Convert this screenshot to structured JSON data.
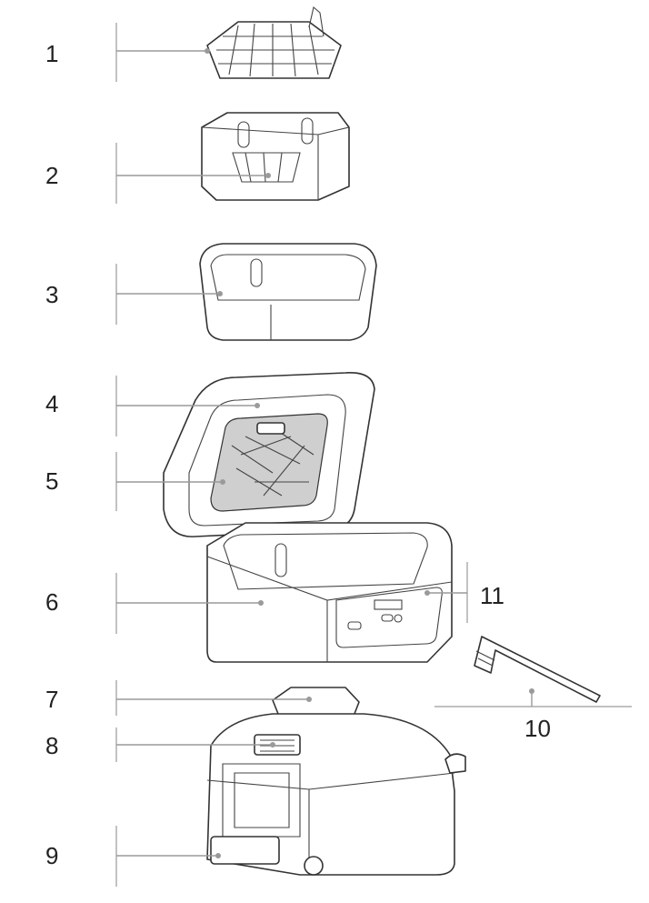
{
  "diagram": {
    "callouts": [
      {
        "number": "1"
      },
      {
        "number": "2"
      },
      {
        "number": "3"
      },
      {
        "number": "4"
      },
      {
        "number": "5"
      },
      {
        "number": "6"
      },
      {
        "number": "7"
      },
      {
        "number": "8"
      },
      {
        "number": "9"
      },
      {
        "number": "10"
      },
      {
        "number": "11"
      }
    ],
    "colors": {
      "outline": "#333333",
      "leader": "#9a9a9a",
      "window": "#cfcfcf"
    }
  }
}
